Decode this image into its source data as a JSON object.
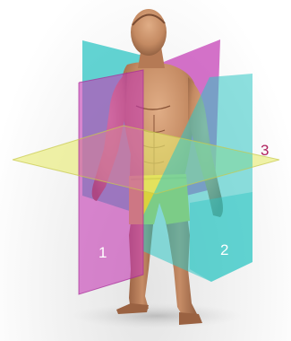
{
  "figure": {
    "planes": [
      {
        "number": "1",
        "color": "#c43bb4"
      },
      {
        "number": "2",
        "color": "#2fc6c4"
      },
      {
        "number": "3",
        "color": "#e9ec73"
      }
    ],
    "label_color_3": "#b0235f",
    "skin_color": "#c98f6a",
    "shorts_color": "#d9d23c"
  }
}
